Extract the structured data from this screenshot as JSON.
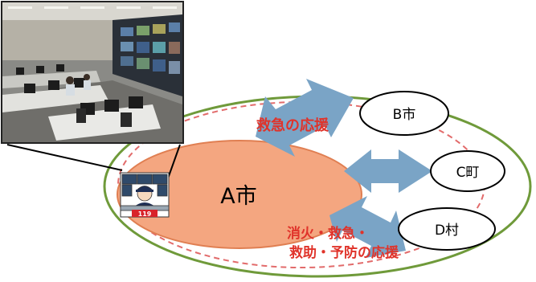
{
  "diagram": {
    "central_city_label": "A市",
    "nodes": [
      {
        "id": "b",
        "label": "B市"
      },
      {
        "id": "c",
        "label": "C町"
      },
      {
        "id": "d",
        "label": "D村"
      }
    ],
    "support_labels": {
      "ambulance": "救急の応援",
      "multi_line1": "消火・救急・",
      "multi_line2": "救助・予防の応援"
    },
    "center_icon": {
      "name": "dispatcher-119-icon",
      "sign_text": "119"
    },
    "photo": {
      "name": "control-room-photo"
    },
    "colors": {
      "outer_ellipse": "#6f9a3a",
      "dashed_circle": "#e26b6b",
      "city_a_fill": "#f4a680",
      "city_a_stroke": "#e07f52",
      "arrow_fill": "#7aa4c6",
      "label_red": "#e0332a",
      "node_stroke": "#000000",
      "sign_red": "#d8232a"
    }
  }
}
